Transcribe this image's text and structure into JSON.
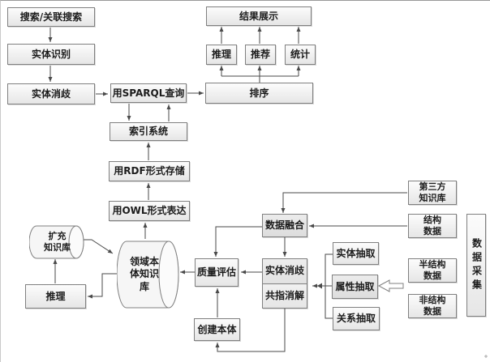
{
  "nodes": {
    "search": {
      "label": "搜索/关联搜索"
    },
    "entity_recognition": {
      "label": "实体识别"
    },
    "entity_disambiguation_search": {
      "label": "实体消歧"
    },
    "sparql_query": {
      "label": "用SPARQL查询"
    },
    "index_system": {
      "label": "索引系统"
    },
    "rdf_storage": {
      "label": "用RDF形式存储"
    },
    "owl_expression": {
      "label": "用OWL形式表达"
    },
    "result_display": {
      "label": "结果展示"
    },
    "reasoning_display": {
      "label": "推理"
    },
    "recommendation": {
      "label": "推荐"
    },
    "statistics": {
      "label": "统计"
    },
    "sorting": {
      "label": "排序"
    },
    "data_fusion": {
      "label": "数据融合"
    },
    "entity_disambiguation_build": {
      "label": "实体消歧"
    },
    "coreference_resolution": {
      "label": "共指消解"
    },
    "quality_evaluation": {
      "label": "质量评估"
    },
    "create_ontology": {
      "label": "创建本体"
    },
    "reasoning_kb": {
      "label": "推理"
    },
    "expanded_kb": {
      "label": "扩充\n知识库"
    },
    "domain_ontology_kb": {
      "label": "领域本\n体知识\n库"
    },
    "third_party_kb": {
      "label": "第三方\n知识库"
    },
    "structured_data": {
      "label": "结构\n数据"
    },
    "semi_structured_data": {
      "label": "半结构\n数据"
    },
    "unstructured_data": {
      "label": "非结构\n数据"
    },
    "entity_extraction": {
      "label": "实体抽取"
    },
    "attribute_extraction": {
      "label": "属性抽取"
    },
    "relation_extraction": {
      "label": "关系抽取"
    },
    "data_collection": {
      "label": "数据采集"
    }
  },
  "edges": [
    {
      "from": "search",
      "to": "entity_recognition"
    },
    {
      "from": "entity_recognition",
      "to": "entity_disambiguation_search"
    },
    {
      "from": "entity_disambiguation_search",
      "to": "sparql_query"
    },
    {
      "from": "sparql_query",
      "to": "sorting"
    },
    {
      "from": "sparql_query",
      "to": "index_system"
    },
    {
      "from": "index_system",
      "to": "sparql_query"
    },
    {
      "from": "rdf_storage",
      "to": "index_system"
    },
    {
      "from": "owl_expression",
      "to": "rdf_storage"
    },
    {
      "from": "domain_ontology_kb",
      "to": "owl_expression"
    },
    {
      "from": "sorting",
      "to": "reasoning_display"
    },
    {
      "from": "sorting",
      "to": "recommendation"
    },
    {
      "from": "sorting",
      "to": "statistics"
    },
    {
      "from": "reasoning_display",
      "to": "result_display"
    },
    {
      "from": "recommendation",
      "to": "result_display"
    },
    {
      "from": "statistics",
      "to": "result_display"
    },
    {
      "from": "third_party_kb",
      "to": "data_fusion"
    },
    {
      "from": "structured_data",
      "to": "data_fusion"
    },
    {
      "from": "data_fusion",
      "to": "entity_disambiguation_build"
    },
    {
      "from": "data_fusion",
      "to": "quality_evaluation"
    },
    {
      "from": "entity_disambiguation_build",
      "to": "quality_evaluation"
    },
    {
      "from": "quality_evaluation",
      "to": "domain_ontology_kb"
    },
    {
      "from": "create_ontology",
      "to": "quality_evaluation"
    },
    {
      "from": "coreference_resolution",
      "to": "create_ontology"
    },
    {
      "from": "domain_ontology_kb",
      "to": "reasoning_kb"
    },
    {
      "from": "reasoning_kb",
      "to": "expanded_kb"
    },
    {
      "from": "expanded_kb",
      "to": "domain_ontology_kb"
    },
    {
      "from": "entity_extraction",
      "to": "entity_disambiguation_build",
      "style": "double_arrow"
    },
    {
      "from": "attribute_extraction",
      "to": "entity_disambiguation_build",
      "style": "double_arrow"
    },
    {
      "from": "relation_extraction",
      "to": "entity_disambiguation_build",
      "style": "double_arrow"
    },
    {
      "from": "semi_structured_data",
      "to": "attribute_extraction",
      "style": "hollow_arrow"
    }
  ],
  "colors": {
    "background": "#ffffff",
    "box_border": "#808080",
    "line": "#4a4a4a",
    "box_fill_top": "#fcfcfc",
    "box_fill_bottom": "#e6e6e6",
    "gray_fill": "#dddddd"
  }
}
